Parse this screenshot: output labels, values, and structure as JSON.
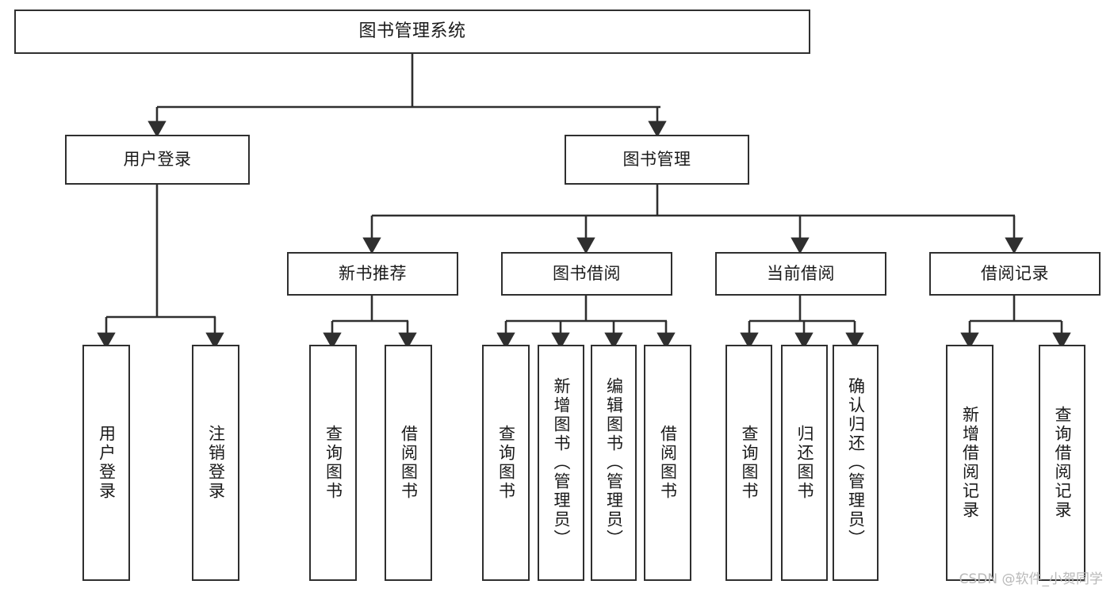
{
  "diagram": {
    "title": "图书管理系统",
    "type": "tree-hierarchy-chart",
    "orientation": "top-down",
    "colors": {
      "stroke": "#2f2f2f",
      "fill": "#ffffff",
      "text": "#1a1a1a",
      "watermark": "#b9b9b9"
    }
  },
  "watermark": {
    "text": "CSDN @软件_小贺同学"
  },
  "nodes": {
    "root": {
      "label": "图书管理系统"
    },
    "level2": [
      {
        "id": "user-login",
        "label": "用户登录"
      },
      {
        "id": "book-manage",
        "label": "图书管理"
      }
    ],
    "level3": [
      {
        "id": "new-book-recommend",
        "label": "新书推荐"
      },
      {
        "id": "book-borrow",
        "label": "图书借阅"
      },
      {
        "id": "current-borrow",
        "label": "当前借阅"
      },
      {
        "id": "borrow-record",
        "label": "借阅记录"
      }
    ],
    "leaves": [
      {
        "id": "leaf-user-login",
        "label": "用户登录",
        "parent": "user-login"
      },
      {
        "id": "leaf-user-logout",
        "label": "注销登录",
        "parent": "user-login"
      },
      {
        "id": "leaf-query-book-1",
        "label": "查询图书",
        "parent": "new-book-recommend"
      },
      {
        "id": "leaf-borrow-book-1",
        "label": "借阅图书",
        "parent": "new-book-recommend"
      },
      {
        "id": "leaf-query-book-2",
        "label": "查询图书",
        "parent": "book-borrow"
      },
      {
        "id": "leaf-add-book",
        "label": "新增图书（管理员）",
        "parent": "book-borrow"
      },
      {
        "id": "leaf-edit-book",
        "label": "编辑图书（管理员）",
        "parent": "book-borrow"
      },
      {
        "id": "leaf-borrow-book-2",
        "label": "借阅图书",
        "parent": "book-borrow"
      },
      {
        "id": "leaf-query-book-3",
        "label": "查询图书",
        "parent": "current-borrow"
      },
      {
        "id": "leaf-return-book",
        "label": "归还图书",
        "parent": "current-borrow"
      },
      {
        "id": "leaf-confirm-return",
        "label": "确认归还（管理员）",
        "parent": "current-borrow"
      },
      {
        "id": "leaf-add-record",
        "label": "新增借阅记录",
        "parent": "borrow-record"
      },
      {
        "id": "leaf-query-record",
        "label": "查询借阅记录",
        "parent": "borrow-record"
      }
    ]
  }
}
